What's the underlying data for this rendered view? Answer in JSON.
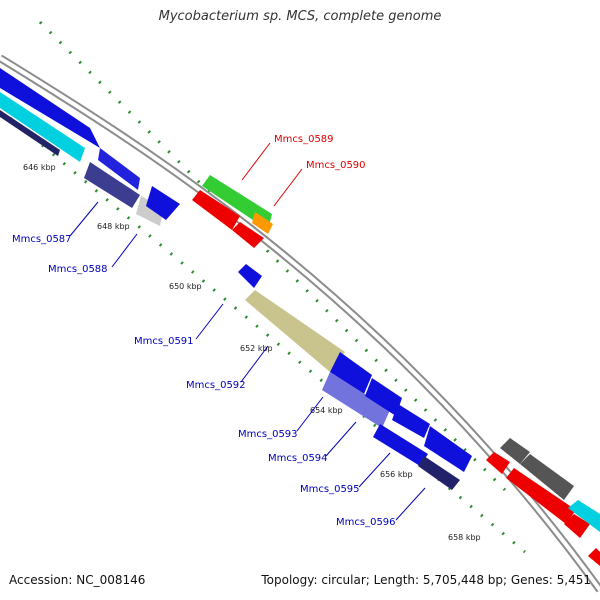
{
  "title": "Mycobacterium sp. MCS, complete genome",
  "footer": {
    "accession": "Accession: NC_008146",
    "summary": "Topology: circular; Length: 5,705,448 bp; Genes: 5,451"
  },
  "colors": {
    "backbone": "#8c8c8c",
    "forward_gene": "#0000dd",
    "reverse_gene": "#ee0000",
    "label_forward": "#0000bb",
    "label_reverse": "#dd0000",
    "dots": "#2e8b2e"
  },
  "scale_ticks": [
    "646 kbp",
    "648 kbp",
    "650 kbp",
    "652 kbp",
    "654 kbp",
    "656 kbp",
    "658 kbp"
  ],
  "gene_labels": [
    {
      "name": "Mmcs_0587",
      "strand": "forward"
    },
    {
      "name": "Mmcs_0588",
      "strand": "forward"
    },
    {
      "name": "Mmcs_0589",
      "strand": "reverse"
    },
    {
      "name": "Mmcs_0590",
      "strand": "reverse"
    },
    {
      "name": "Mmcs_0591",
      "strand": "forward"
    },
    {
      "name": "Mmcs_0592",
      "strand": "forward"
    },
    {
      "name": "Mmcs_0593",
      "strand": "forward"
    },
    {
      "name": "Mmcs_0594",
      "strand": "forward"
    },
    {
      "name": "Mmcs_0595",
      "strand": "forward"
    },
    {
      "name": "Mmcs_0596",
      "strand": "forward"
    }
  ]
}
